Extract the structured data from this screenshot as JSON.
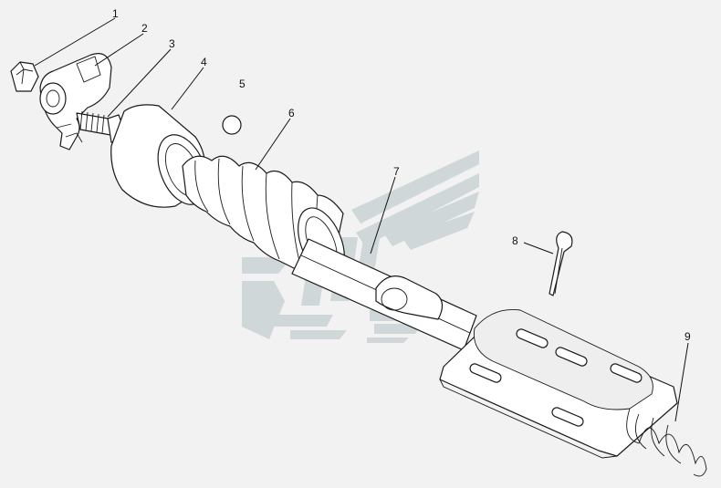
{
  "colors": {
    "background": "#f2f2f2",
    "line": "#1a1a1a",
    "watermark": "#b4c1c4",
    "watermark_light": "#cfd8da"
  },
  "callouts": [
    {
      "id": "1",
      "label": "1"
    },
    {
      "id": "2",
      "label": "2"
    },
    {
      "id": "3",
      "label": "3"
    },
    {
      "id": "4",
      "label": "4"
    },
    {
      "id": "5",
      "label": "5"
    },
    {
      "id": "6",
      "label": "6"
    },
    {
      "id": "7",
      "label": "7"
    },
    {
      "id": "8",
      "label": "8"
    },
    {
      "id": "9",
      "label": "9"
    }
  ]
}
